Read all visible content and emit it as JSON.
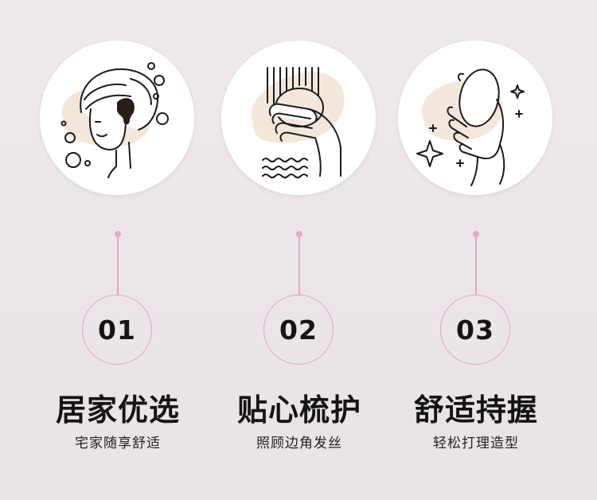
{
  "colors": {
    "background": "#ece6ea",
    "accent_pink": "#e0a6c2",
    "blob_beige": "#f3e7dc",
    "text_dark": "#141414",
    "circle_white": "#ffffff"
  },
  "features": [
    {
      "number": "01",
      "title": "居家优选",
      "subtitle": "宅家随享舒适",
      "icon": "towel-wrapped-head-with-bubbles-icon"
    },
    {
      "number": "02",
      "title": "贴心梳护",
      "subtitle": "照顾边角发丝",
      "icon": "hand-brushing-under-shower-icon"
    },
    {
      "number": "03",
      "title": "舒适持握",
      "subtitle": "轻松打理造型",
      "icon": "hand-holding-comb-with-sparkles-icon"
    }
  ]
}
